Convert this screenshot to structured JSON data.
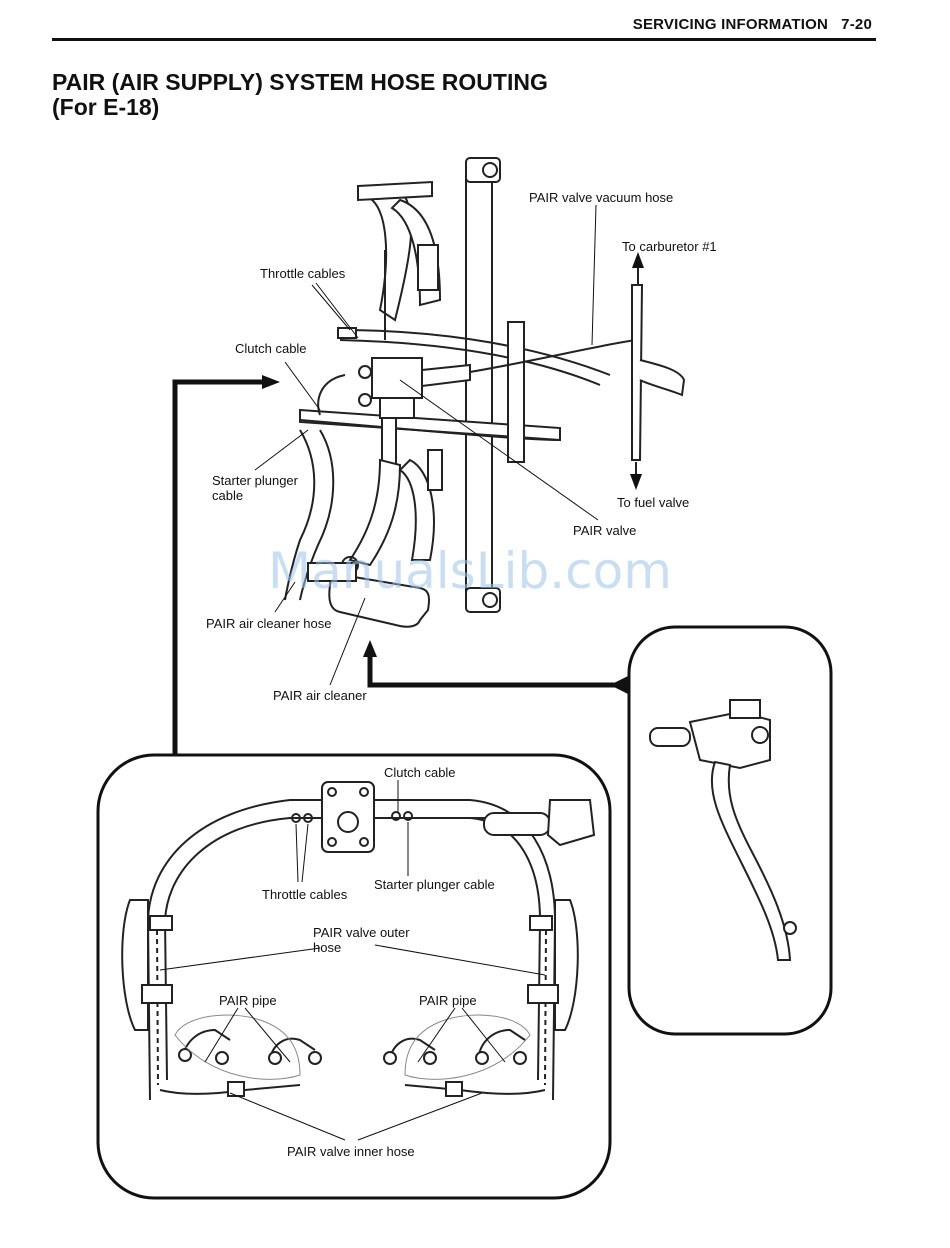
{
  "header": {
    "section": "SERVICING INFORMATION",
    "page": "7-20"
  },
  "title": {
    "line1": "PAIR (AIR SUPPLY) SYSTEM HOSE ROUTING",
    "line2": "(For E-18)"
  },
  "watermark": "ManualsLib.com",
  "top_diagram": {
    "pair_valve_vacuum_hose": "PAIR valve vacuum hose",
    "to_carburetor": "To carburetor #1",
    "throttle_cables": "Throttle cables",
    "clutch_cable": "Clutch cable",
    "starter_plunger_cable_1": "Starter plunger",
    "starter_plunger_cable_2": "cable",
    "to_fuel_valve": "To fuel valve",
    "pair_valve": "PAIR valve",
    "pair_air_cleaner_hose": "PAIR air cleaner hose",
    "pair_air_cleaner": "PAIR air cleaner"
  },
  "bottom_diagram": {
    "clutch_cable": "Clutch cable",
    "throttle_cables": "Throttle cables",
    "starter_plunger_cable": "Starter plunger cable",
    "pair_valve_outer_hose_1": "PAIR valve outer",
    "pair_valve_outer_hose_2": "hose",
    "pair_pipe_left": "PAIR pipe",
    "pair_pipe_right": "PAIR pipe",
    "pair_valve_inner_hose": "PAIR valve inner hose"
  }
}
